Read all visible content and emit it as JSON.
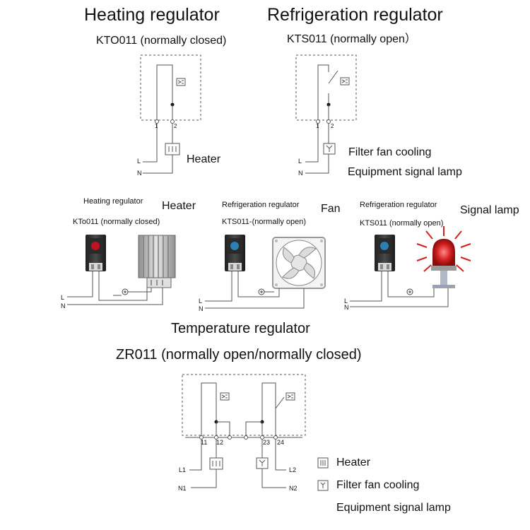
{
  "top": {
    "heating_title": "Heating regulator",
    "refrigeration_title": "Refrigeration regulator",
    "kto_label": "KTO011 (normally closed)",
    "kts_label": "KTS011 (normally open）",
    "heater": "Heater",
    "filter_fan": "Filter fan cooling",
    "signal_lamp": "Equipment signal lamp",
    "terminal_1": "1",
    "terminal_2": "2",
    "line_l": "L",
    "line_n": "N"
  },
  "middle": {
    "p1_title": "Heating regulator",
    "p1_device": "Heater",
    "p1_model": "KTo011 (normally closed)",
    "p2_title": "Refrigeration regulator",
    "p2_device": "Fan",
    "p2_model": "KTS011-(normally open)",
    "p3_title": "Refrigeration regulator",
    "p3_device": "Signal lamp",
    "p3_model": "KTS011 (normally open)",
    "line_l": "L",
    "line_n": "N"
  },
  "bottom": {
    "title": "Temperature regulator",
    "model": "ZR011 (normally open/normally closed)",
    "t11": "11",
    "t12": "12",
    "t23": "23",
    "t24": "24",
    "l1": "L1",
    "n1": "N1",
    "l2": "L2",
    "n2": "N2",
    "legend_heater": "Heater",
    "legend_fan": "Filter fan cooling",
    "legend_lamp": "Equipment signal lamp"
  },
  "colors": {
    "wire": "#555555",
    "lamp_red": "#d42020",
    "heater_fill": "#bfbfbf",
    "fan_frame": "#9a9a9a",
    "red_knob": "#c0121e",
    "blue_knob": "#2a7fb5"
  },
  "icons": [
    "thermo-symbol-icon",
    "heater-symbol-icon",
    "fan-symbol-icon",
    "ground-symbol-icon",
    "thermostat-device-icon",
    "heater-device-icon",
    "fan-device-icon",
    "signal-lamp-icon"
  ]
}
